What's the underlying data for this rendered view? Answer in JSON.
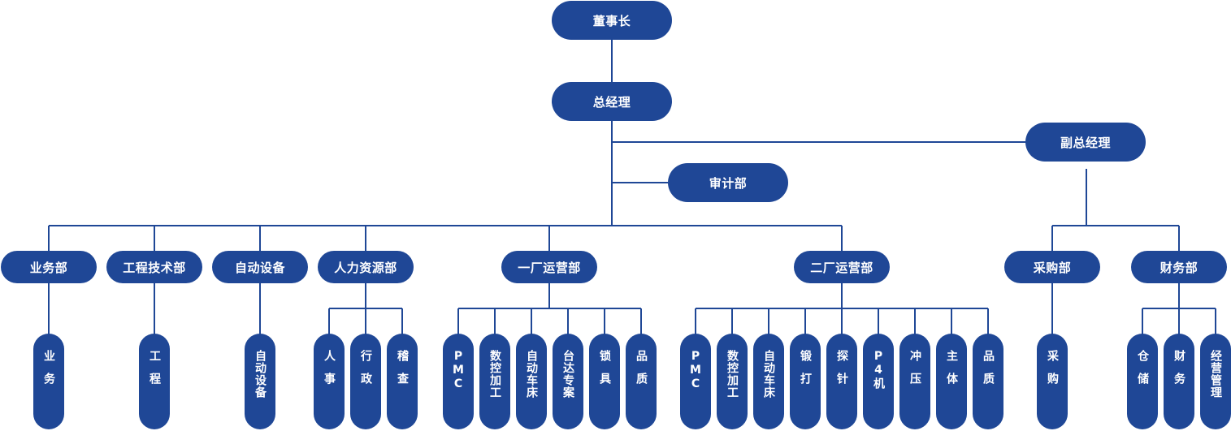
{
  "title": "组织架构图",
  "colors": {
    "node": "#1f4796",
    "line": "#1f4796",
    "text": "#ffffff"
  },
  "chairman": "董事长",
  "general_manager": "总经理",
  "deputy_general_manager": "副总经理",
  "audit": "审计部",
  "departments": [
    {
      "label": "业务部",
      "children": [
        "业务"
      ]
    },
    {
      "label": "工程技术部",
      "children": [
        "工程"
      ]
    },
    {
      "label": "自动设备",
      "children": [
        "自动设备"
      ]
    },
    {
      "label": "人力资源部",
      "children": [
        "人事",
        "行政",
        "稽查"
      ]
    },
    {
      "label": "一厂运营部",
      "children": [
        "PMC",
        "数控加工",
        "自动车床",
        "台达专案",
        "锁具",
        "品质"
      ]
    },
    {
      "label": "二厂运营部",
      "children": [
        "PMC",
        "数控加工",
        "自动车床",
        "锻打",
        "探针",
        "P4机",
        "冲压",
        "主体",
        "品质"
      ]
    }
  ],
  "deputy_departments": [
    {
      "label": "采购部",
      "children": [
        "采购"
      ]
    },
    {
      "label": "财务部",
      "children": [
        "仓储",
        "财务",
        "经营管理"
      ]
    }
  ]
}
